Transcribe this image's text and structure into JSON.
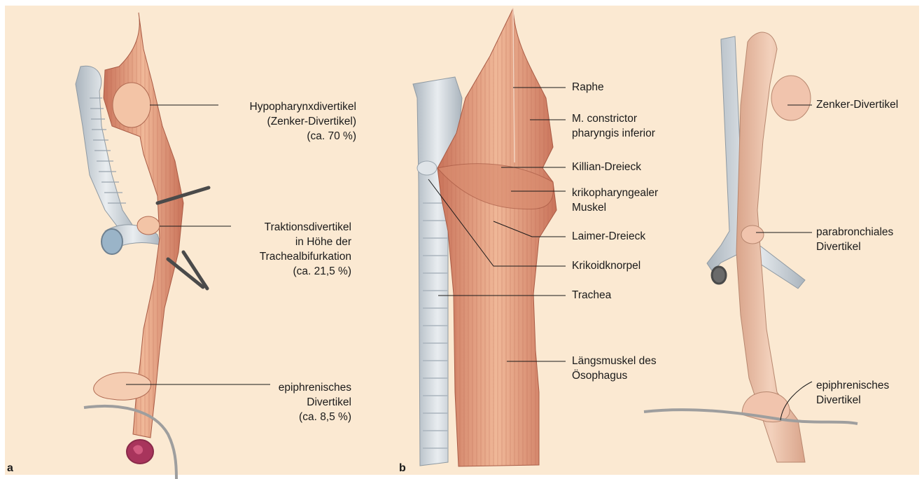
{
  "panel_a": {
    "letter": "a",
    "labels": {
      "zenker": "Hypopharynxdivertikel\n(Zenker-Divertikel)\n(ca. 70 %)",
      "traktion": "Traktionsdivertikel\nin Höhe der\nTrachealbifurkation\n(ca. 21,5 %)",
      "epiphrenisch": "epiphrenisches\nDivertikel\n(ca. 8,5 %)"
    }
  },
  "panel_b": {
    "letter": "b",
    "labels": {
      "raphe": "Raphe",
      "constrictor": "M. constrictor\npharyngis inferior",
      "killian": "Killian-Dreieck",
      "krikopharyngeal": "krikopharyngealer\nMuskel",
      "laimer": "Laimer-Dreieck",
      "krikoid": "Krikoidknorpel",
      "trachea": "Trachea",
      "laengsmuskel": "Längsmuskel des\nÖsophagus",
      "zenker": "Zenker-Divertikel",
      "parabronchial": "parabronchiales\nDivertikel",
      "epiphrenisch": "epiphrenisches\nDivertikel"
    }
  },
  "colors": {
    "panel_bg": "#fbe9d2",
    "muscle": "#e3a284",
    "muscle_light": "#f0c1a6",
    "cartilage": "#c9d0d6",
    "leader": "#1a1a1a"
  }
}
